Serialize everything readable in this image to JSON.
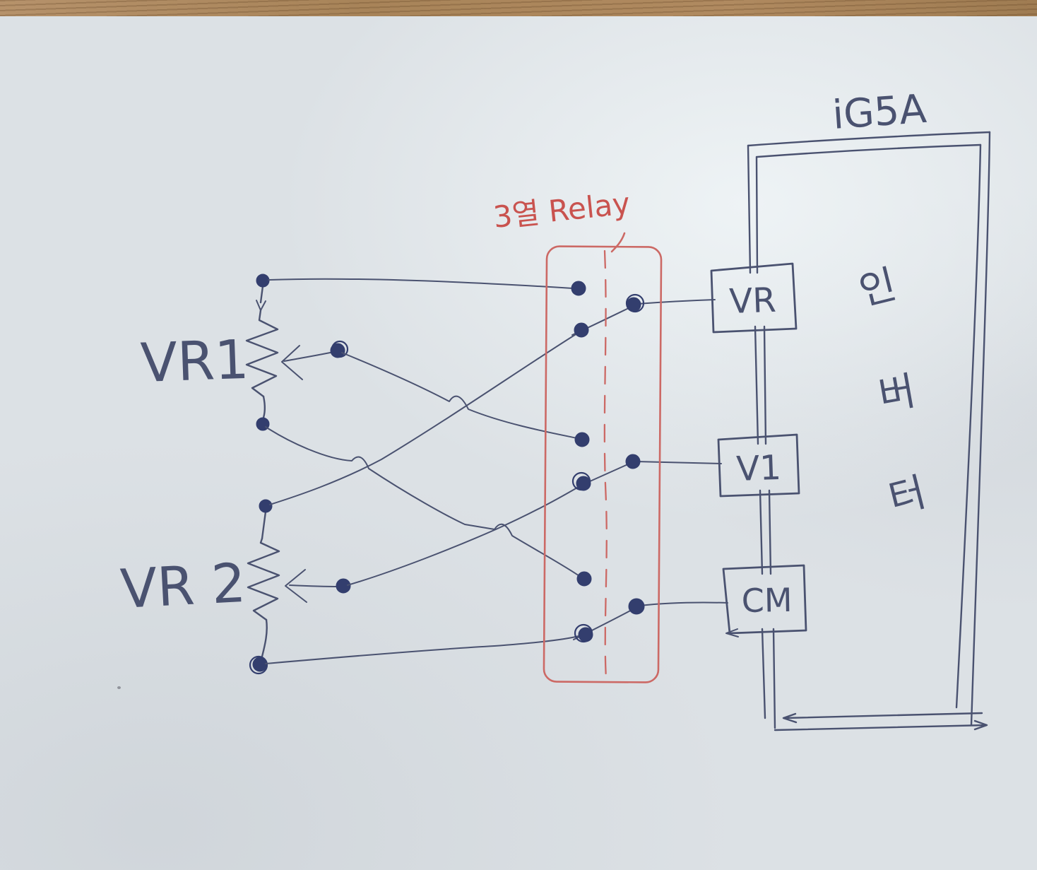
{
  "labels": {
    "vr1": "VR1",
    "vr2": "VR 2",
    "relay": "3열 Relay",
    "inverter_model": "iG5A",
    "inverter_name": [
      "인",
      "버",
      "터"
    ],
    "terminals": {
      "t1": "VR",
      "t2": "V1",
      "t3": "CM"
    }
  },
  "colors": {
    "ink": "#4a5270",
    "dot": "#333e6e",
    "red": "#cc6965",
    "redtext": "#c9534f",
    "paper": "#dce1e5",
    "wood": "#aa8760"
  }
}
